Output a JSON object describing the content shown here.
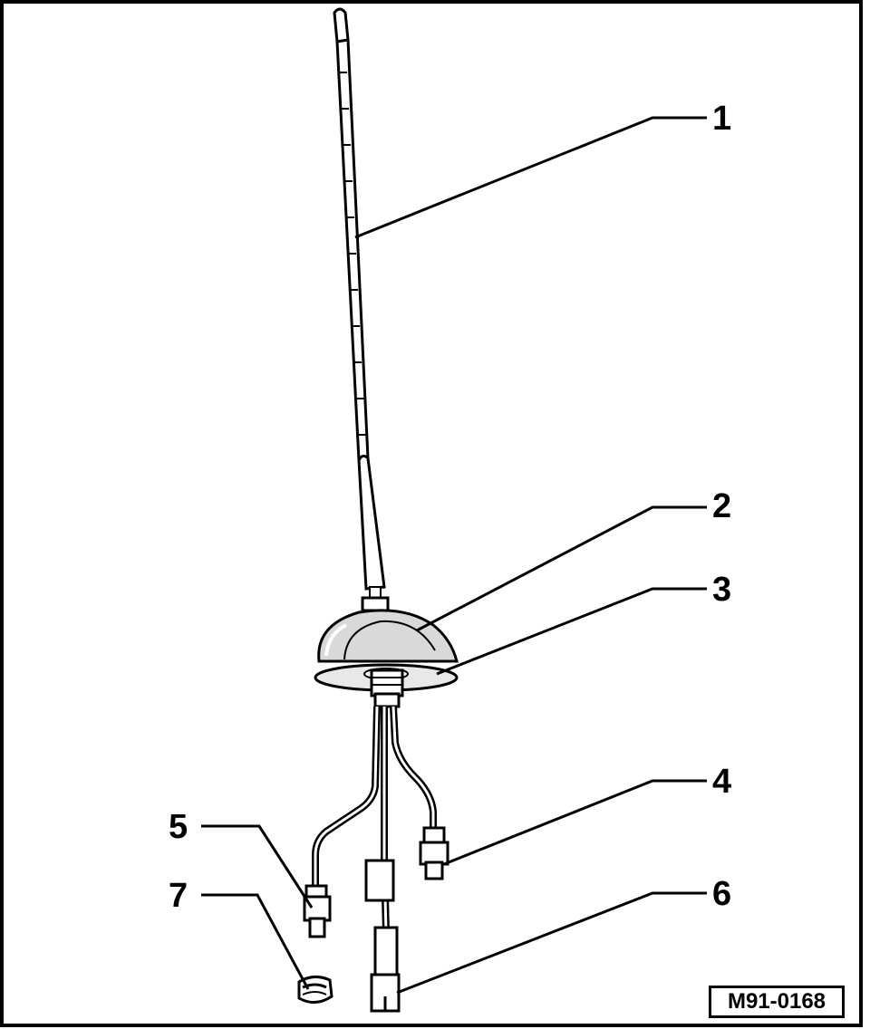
{
  "diagram": {
    "callouts": [
      {
        "id": "1",
        "label": "1"
      },
      {
        "id": "2",
        "label": "2"
      },
      {
        "id": "3",
        "label": "3"
      },
      {
        "id": "4",
        "label": "4"
      },
      {
        "id": "5",
        "label": "5"
      },
      {
        "id": "6",
        "label": "6"
      },
      {
        "id": "7",
        "label": "7"
      }
    ],
    "drawing_code": "M91-0168",
    "colors": {
      "line": "#000000",
      "background": "#ffffff",
      "shade": "#d9d9d9"
    }
  }
}
